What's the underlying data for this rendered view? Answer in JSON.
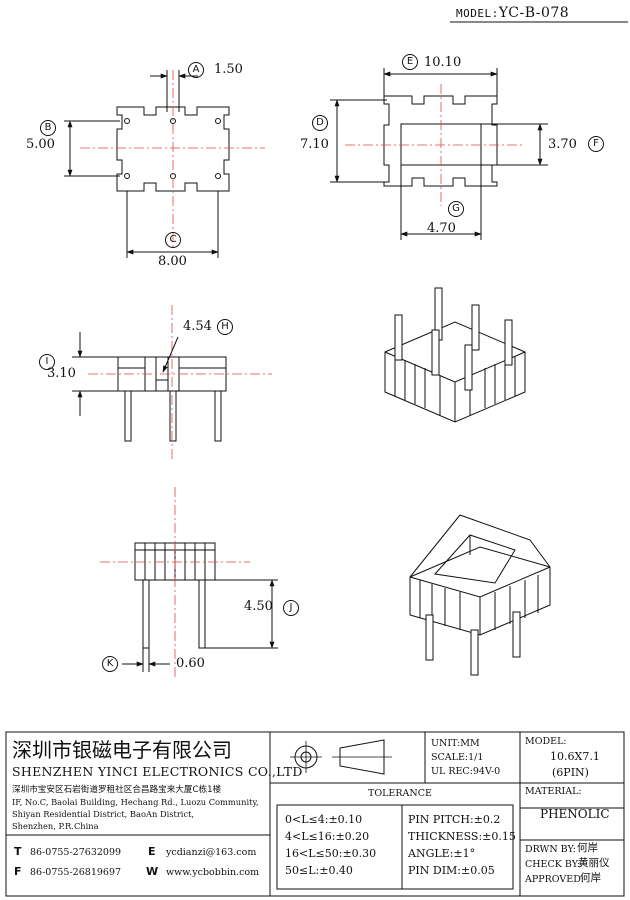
{
  "header": {
    "model_label": "MODEL:",
    "model_value": "YC-B-078"
  },
  "dimensions": {
    "A": {
      "letter": "A",
      "value": "1.50"
    },
    "B": {
      "letter": "B",
      "value": "5.00"
    },
    "C": {
      "letter": "C",
      "value": "8.00"
    },
    "D": {
      "letter": "D",
      "value": "7.10"
    },
    "E": {
      "letter": "E",
      "value": "10.10"
    },
    "F": {
      "letter": "F",
      "value": "3.70"
    },
    "G": {
      "letter": "G",
      "value": "4.70"
    },
    "H": {
      "letter": "H",
      "value": "4.54"
    },
    "I": {
      "letter": "I",
      "value": "3.10"
    },
    "J": {
      "letter": "J",
      "value": "4.50"
    },
    "K": {
      "letter": "K",
      "value": "0.60"
    }
  },
  "company": {
    "name_cn": "深圳市银磁电子有限公司",
    "name_en": "SHENZHEN YINCI ELECTRONICS CO.,LTD",
    "address_cn": "深圳市宝安区石岩街道罗租社区合昌路宝来大厦C栋1楼",
    "address_en_1": "IF, No.C, Baolai Building, Hechang Rd., Luozu Community,",
    "address_en_2": "Shiyan Residential District, BaoAn District,",
    "address_en_3": "Shenzhen, P.R.China",
    "tel_label": "T",
    "tel": "86-0755-27632099",
    "fax_label": "F",
    "fax": "86-0755-26819697",
    "email_label": "E",
    "email": "ycdianzi@163.com",
    "web_label": "W",
    "web": "www.ycbobbin.com"
  },
  "spec": {
    "unit": "UNIT:MM",
    "scale": "SCALE:1/1",
    "ul_rec": "UL REC:94V-0",
    "model_title": "MODEL:",
    "model_size": "10.6X7.1",
    "model_pins": "(6PIN)",
    "material_title": "MATERIAL:",
    "material": "PHENOLIC"
  },
  "tolerance": {
    "title": "TOLERANCE",
    "left": [
      "0<L≤4:±0.10",
      "4<L≤16:±0.20",
      "16<L≤50:±0.30",
      "50≤L:±0.40"
    ],
    "right": [
      "PIN PITCH:±0.2",
      "THICKNESS:±0.15",
      "ANGLE:±1°",
      "PIN DIM:±0.05"
    ]
  },
  "approvals": {
    "drawn_label": "DRWN BY:",
    "drawn": "何岸",
    "check_label": "CHECK BY:",
    "check": "黄丽仪",
    "approved_label": "APPROVED:",
    "approved": "何岸"
  }
}
